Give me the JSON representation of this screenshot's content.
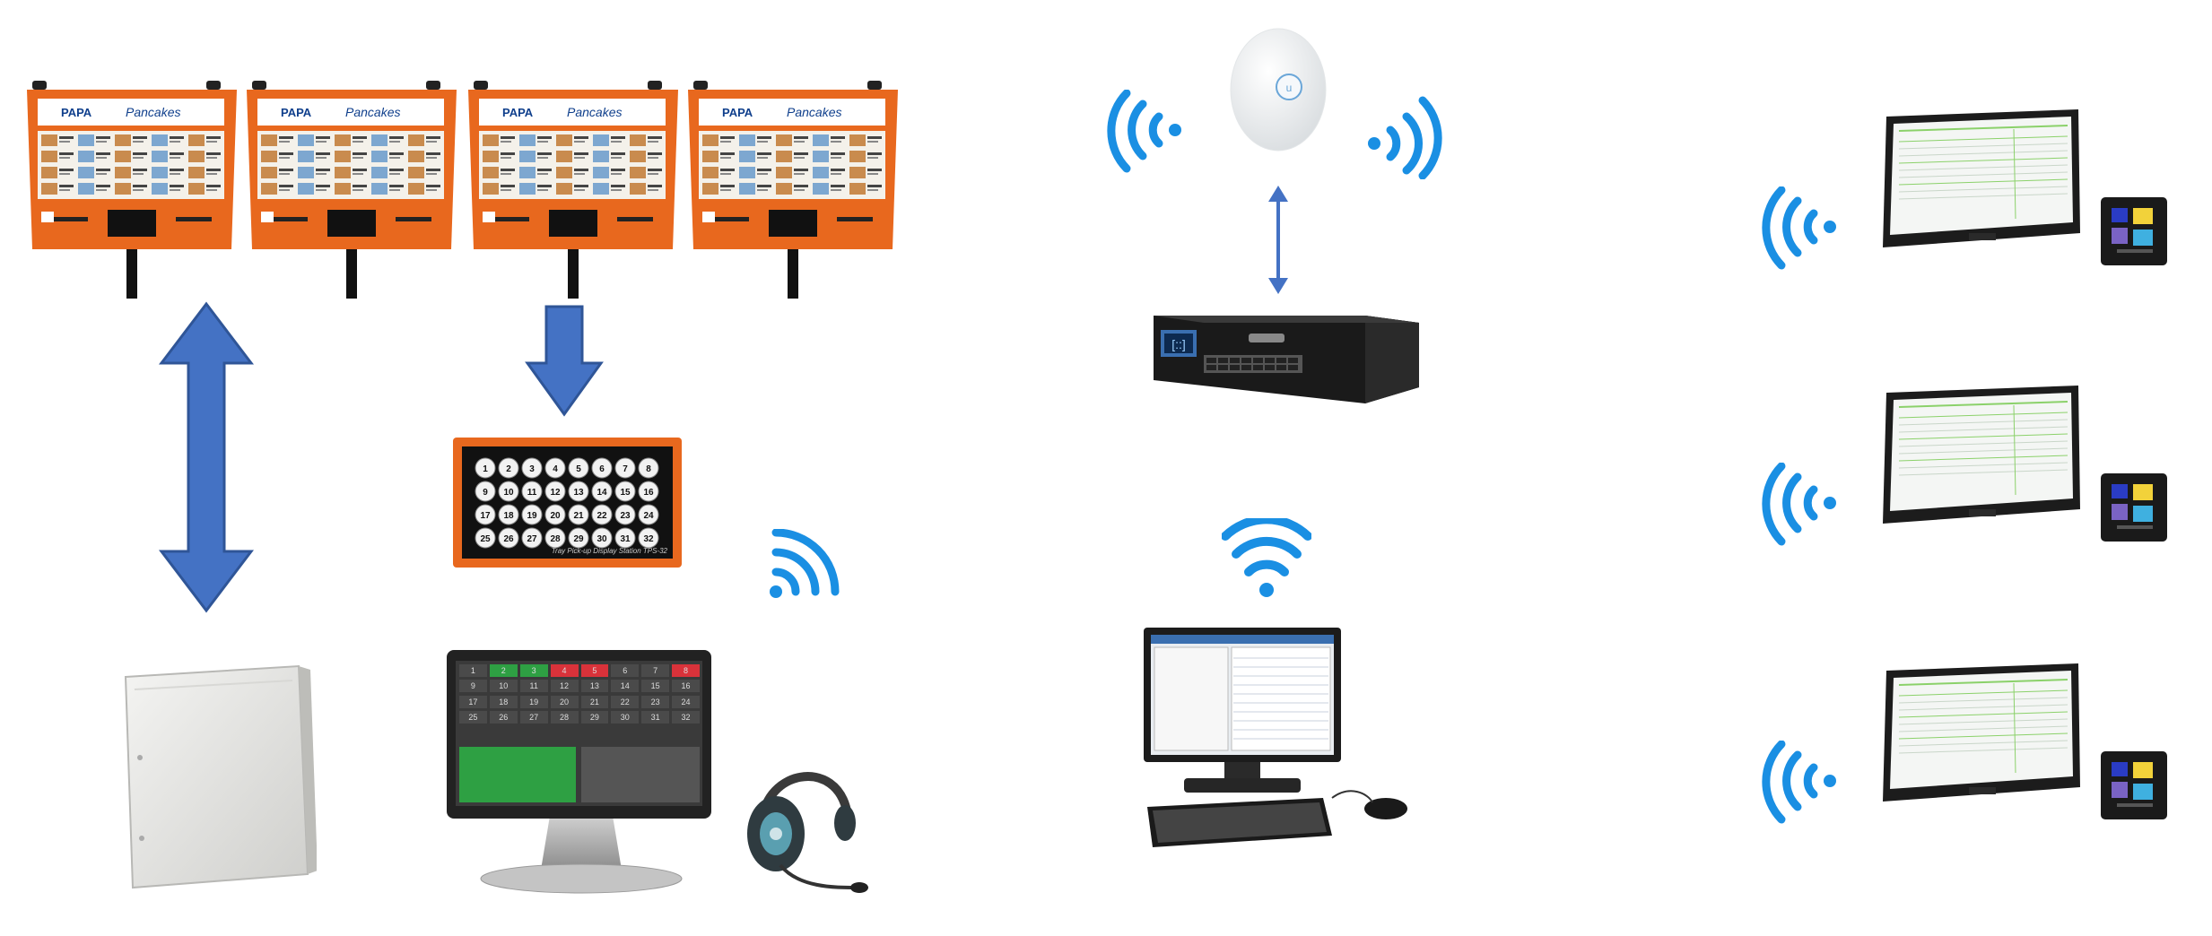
{
  "colors": {
    "accent_blue": "#4472c4",
    "wifi_blue": "#1a8fe3",
    "menu_orange": "#e8681e",
    "panel_dark": "#1a1a1a",
    "tile_green": "#2ea043",
    "tile_red": "#d9323a"
  },
  "menu_boards": {
    "count": 4,
    "labels": [
      {
        "brand_a": "PAPA",
        "brand_b": "Pancakes"
      },
      {
        "brand_a": "PAPA",
        "brand_b": "Pancakes"
      },
      {
        "brand_a": "PAPA",
        "brand_b": "Pancakes"
      },
      {
        "brand_a": "PAPA",
        "brand_b": "Pancakes"
      }
    ]
  },
  "tray_display": {
    "numbers": [
      "1",
      "2",
      "3",
      "4",
      "5",
      "6",
      "7",
      "8",
      "9",
      "10",
      "11",
      "12",
      "13",
      "14",
      "15",
      "16",
      "17",
      "18",
      "19",
      "20",
      "21",
      "22",
      "23",
      "24",
      "25",
      "26",
      "27",
      "28",
      "29",
      "30",
      "31",
      "32"
    ],
    "caption": "Tray Pick-up Display Station TPS-32"
  },
  "pos_terminal": {
    "tiles": [
      "1",
      "2",
      "3",
      "4",
      "5",
      "6",
      "7",
      "8",
      "9",
      "10",
      "11",
      "12",
      "13",
      "14",
      "15",
      "16",
      "17",
      "18",
      "19",
      "20",
      "21",
      "22",
      "23",
      "24",
      "25",
      "26",
      "27",
      "28",
      "29",
      "30",
      "31",
      "32"
    ],
    "green_tiles": [
      2,
      3
    ],
    "red_tiles": [
      4,
      5,
      8
    ]
  },
  "icons": {
    "network_switch": "network-switch-icon",
    "access_point": "wireless-access-point-icon",
    "desktop": "desktop-computer-icon",
    "headset": "wireless-headset-icon",
    "control_box": "control-box-icon",
    "kitchen_monitor": "kitchen-display-monitor-icon",
    "bump_bar": "bump-bar-icon",
    "wifi": "wifi-signal-icon"
  },
  "kitchen_stations": {
    "count": 3
  }
}
